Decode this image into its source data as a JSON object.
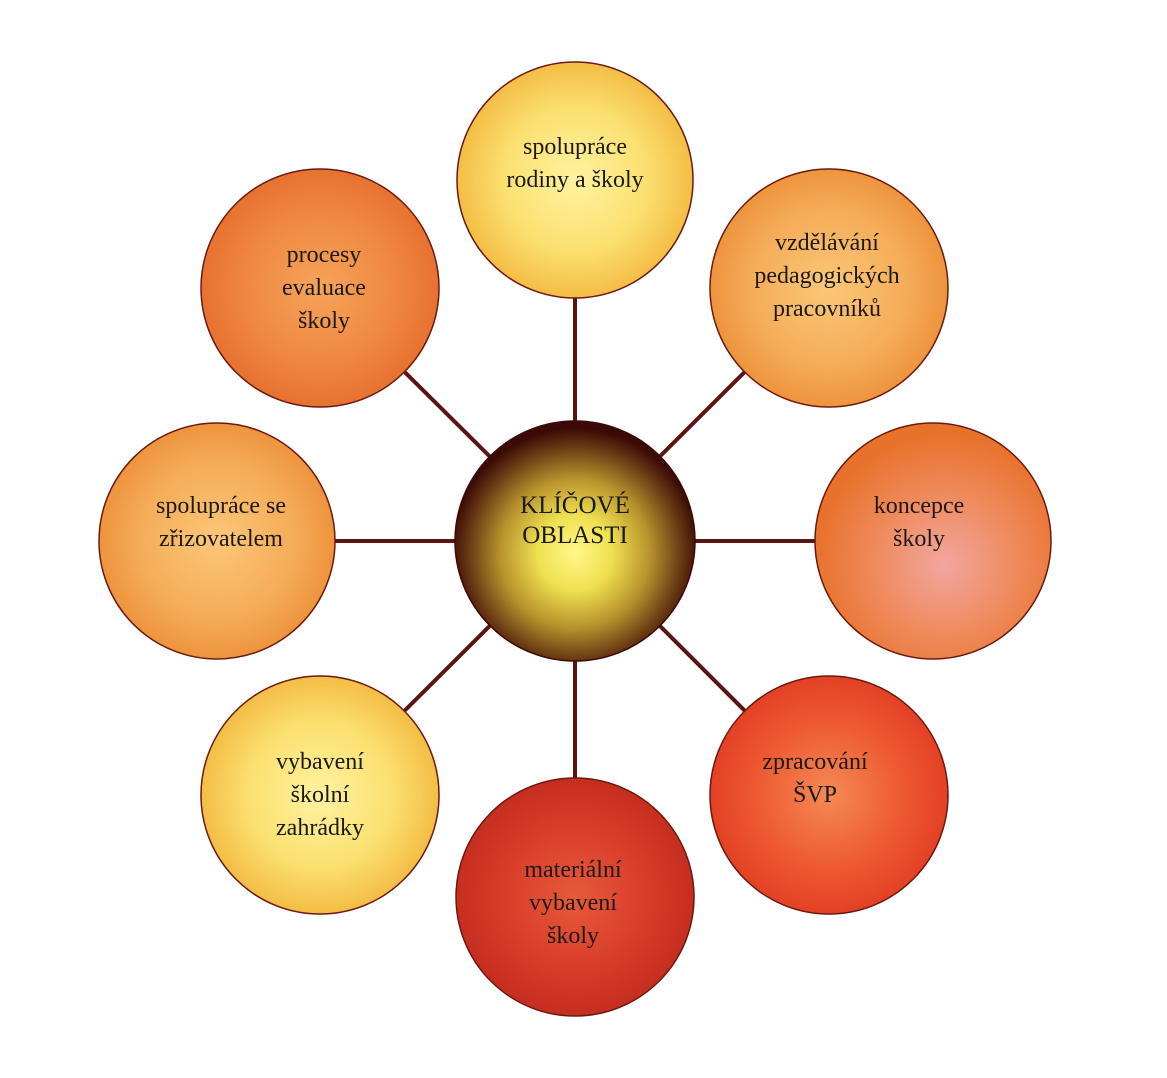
{
  "diagram": {
    "center": {
      "lines": [
        "KLÍČOVÉ",
        "OBLASTI"
      ]
    },
    "connector_color": "#5a1414",
    "nodes": [
      {
        "id": "top",
        "lines": [
          "spolupráce",
          "rodiny a školy"
        ],
        "color": "light-yellow"
      },
      {
        "id": "top-right",
        "lines": [
          "vzdělávání",
          "pedagogických",
          "pracovníků"
        ],
        "color": "light-orange"
      },
      {
        "id": "right",
        "lines": [
          "koncepce",
          "školy"
        ],
        "color": "orange-pink"
      },
      {
        "id": "bottom-right",
        "lines": [
          "zpracování",
          "ŠVP"
        ],
        "color": "red-orange"
      },
      {
        "id": "bottom",
        "lines": [
          "materiální",
          "vybavení",
          "školy"
        ],
        "color": "dark-red"
      },
      {
        "id": "bottom-left",
        "lines": [
          "vybavení",
          "školní",
          "zahrádky"
        ],
        "color": "light-yellow"
      },
      {
        "id": "left",
        "lines": [
          "spolupráce se",
          "zřizovatelem"
        ],
        "color": "light-orange"
      },
      {
        "id": "top-left",
        "lines": [
          "procesy",
          "evaluace",
          "školy"
        ],
        "color": "orange"
      }
    ]
  }
}
